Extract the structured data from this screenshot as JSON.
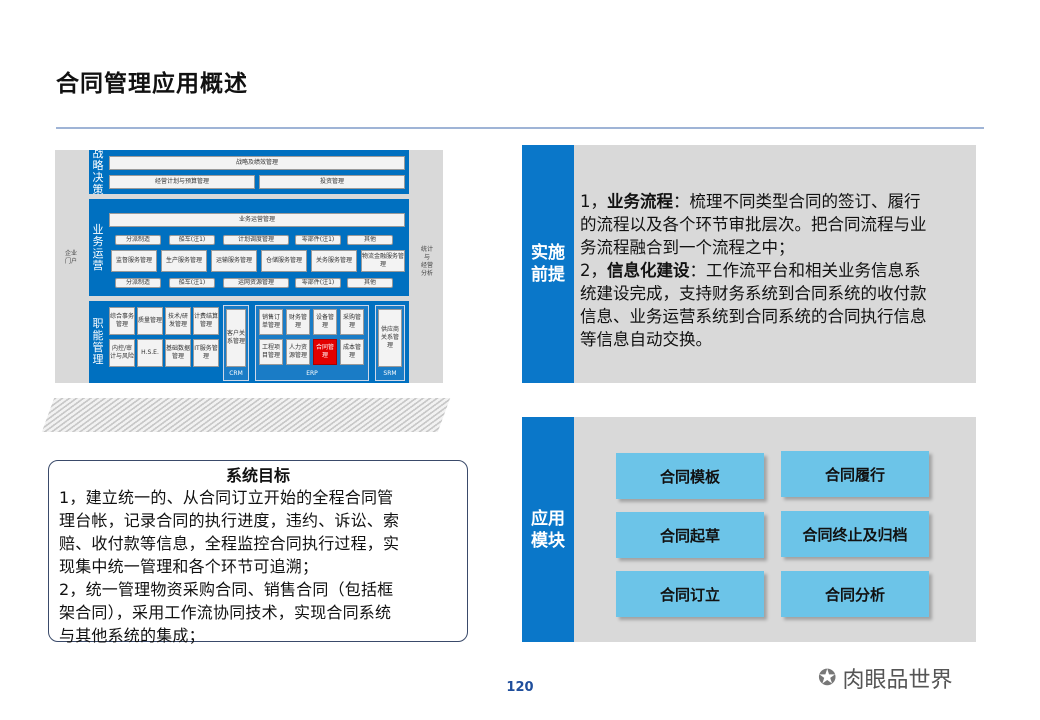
{
  "page": {
    "title": "合同管理应用概述",
    "page_number": "120"
  },
  "architecture": {
    "left_side": "企业\n门户",
    "right_side": "统计\n与\n经营\n分析",
    "bands": {
      "strategy": {
        "label": "战\n略\n决\n策",
        "row1": "战略及绩效管理",
        "row2a": "经营计划与预算管理",
        "row2b": "投资管理"
      },
      "operation": {
        "label": "业\n务\n运\n营",
        "top": "业务运营管理",
        "row1": [
          "分派制造",
          "船车(注1)",
          "计划调度管理",
          "零部件(注1)",
          "其他"
        ],
        "row2": [
          "监督服务管理",
          "生产服务管理",
          "运输服务管理",
          "仓储服务管理",
          "关务服务管理",
          "物流金融服务管理"
        ],
        "row3": [
          "分派制造",
          "船车(注1)",
          "运网资源管理",
          "零部件(注1)",
          "其他"
        ]
      },
      "function": {
        "label": "职\n能\n管\n理",
        "left_boxes": [
          "综合事务管理",
          "质量管理",
          "技术/研发管理",
          "计费结算管理",
          "内控/审计与风险",
          "H.S.E.",
          "基础数据管理",
          "IT服务管理"
        ],
        "crm_box": "客户关系管理",
        "erp_boxes": [
          "销售订单管理",
          "财务管理",
          "设备管理",
          "采购管理",
          "工程项目管理",
          "人力资源管理",
          "合同管理",
          "成本管理"
        ],
        "srm_box": "供应商关系管理",
        "crm_label": "CRM",
        "erp_label": "ERP",
        "srm_label": "SRM"
      }
    }
  },
  "goal": {
    "title": "系统目标",
    "text": "1，建立统一的、从合同订立开始的全程合同管\n理台帐，记录合同的执行进度，违约、诉讼、索\n赔、收付款等信息，全程监控合同执行过程，实\n现集中统一管理和各个环节可追溯；\n2，统一管理物资采购合同、销售合同（包括框\n架合同），采用工作流协同技术，实现合同系统\n与其他系统的集成；"
  },
  "premise": {
    "head": "实施\n前提",
    "p1_prefix": "1，",
    "p1_bold": "业务流程",
    "p1_text": "：梳理不同类型合同的签订、履行\n的流程以及各个环节审批层次。把合同流程与业\n务流程融合到一个流程之中；",
    "p2_prefix": "2，",
    "p2_bold": "信息化建设",
    "p2_text": "：工作流平台和相关业务信息系\n统建设完成，支持财务系统到合同系统的收付款\n信息、业务运营系统到合同系统的合同执行信息\n等信息自动交换。"
  },
  "modules": {
    "head": "应用\n模块",
    "items": [
      "合同模板",
      "合同履行",
      "合同起草",
      "合同终止及归档",
      "合同订立",
      "合同分析"
    ]
  },
  "watermark": {
    "icon": "wechat-icon",
    "text": "肉眼品世界"
  },
  "colors": {
    "accent_blue": "#0a77c9",
    "module_blue": "#6cc4e8",
    "panel_gray": "#d9d9d9",
    "highlight_red": "#e30000"
  }
}
